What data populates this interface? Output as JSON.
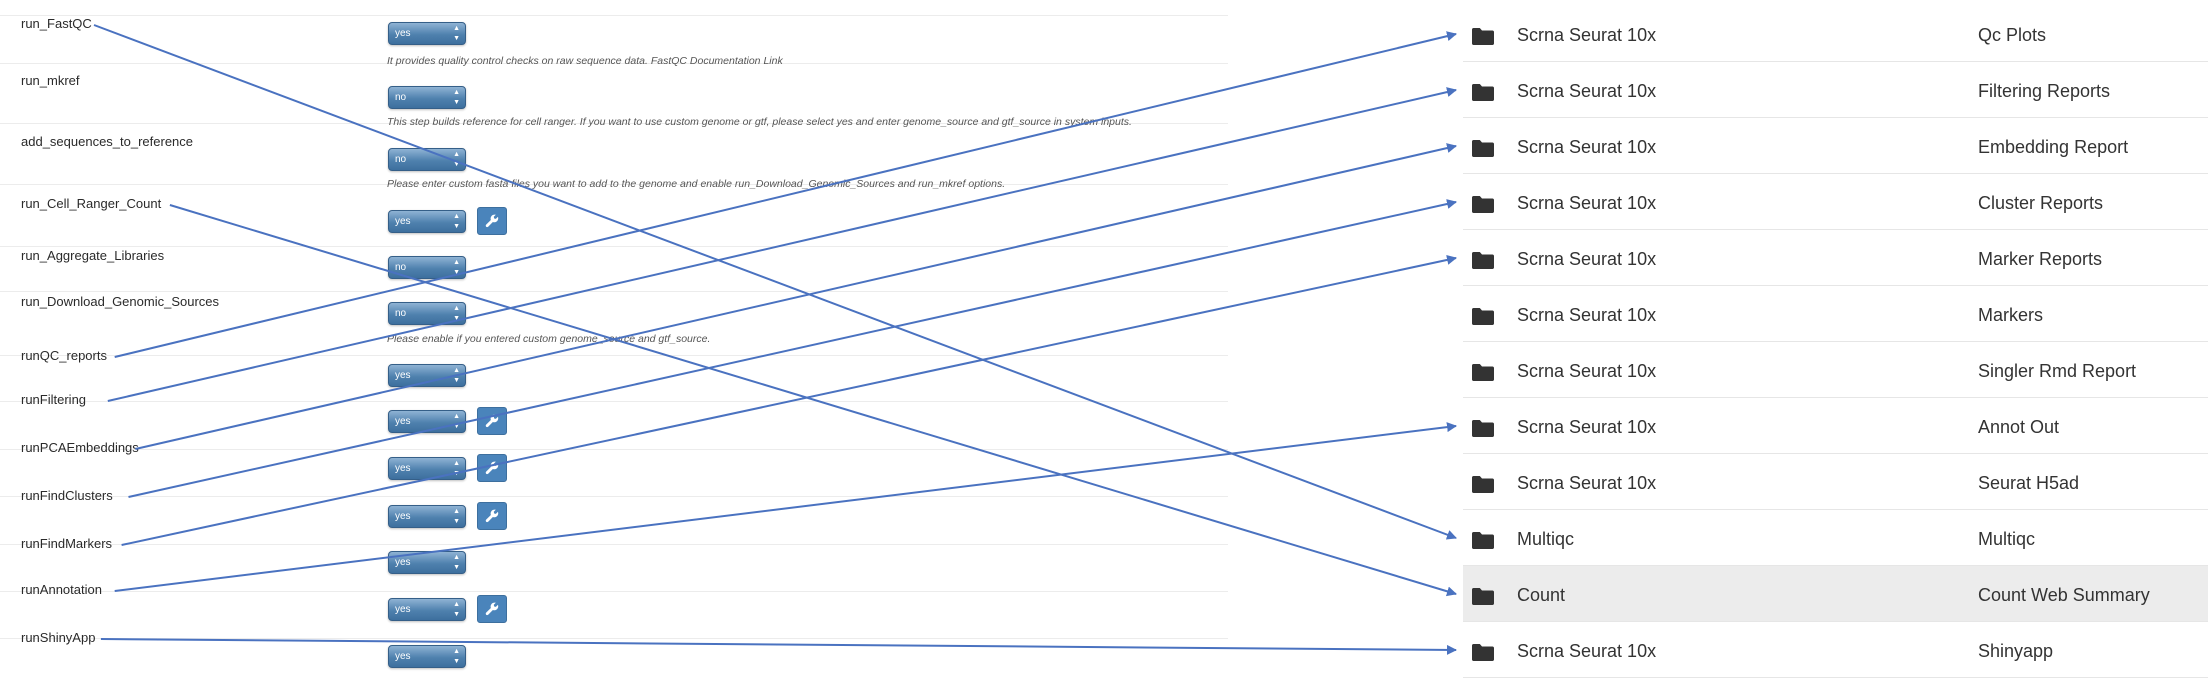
{
  "params": [
    {
      "name": "run_FastQC",
      "value": "yes",
      "help": "It provides quality control checks on raw sequence data. FastQC Documentation Link",
      "wrench": false
    },
    {
      "name": "run_mkref",
      "value": "no",
      "help": "This step builds reference for cell ranger. If you want to use custom genome or gtf, please select yes and enter genome_source and gtf_source in system inputs.",
      "wrench": false
    },
    {
      "name": "add_sequences_to_reference",
      "value": "no",
      "help": "Please enter custom fasta files you want to add to the genome and enable run_Download_Genomic_Sources and run_mkref options.",
      "wrench": false
    },
    {
      "name": "run_Cell_Ranger_Count",
      "value": "yes",
      "help": "",
      "wrench": true
    },
    {
      "name": "run_Aggregate_Libraries",
      "value": "no",
      "help": "",
      "wrench": false
    },
    {
      "name": "run_Download_Genomic_Sources",
      "value": "no",
      "help": "Please enable if you entered custom genome_source and gtf_source.",
      "wrench": false
    },
    {
      "name": "runQC_reports",
      "value": "yes",
      "help": "",
      "wrench": false
    },
    {
      "name": "runFiltering",
      "value": "yes",
      "help": "",
      "wrench": true
    },
    {
      "name": "runPCAEmbeddings",
      "value": "yes",
      "help": "",
      "wrench": true
    },
    {
      "name": "runFindClusters",
      "value": "yes",
      "help": "",
      "wrench": true
    },
    {
      "name": "runFindMarkers",
      "value": "yes",
      "help": "",
      "wrench": false
    },
    {
      "name": "runAnnotation",
      "value": "yes",
      "help": "",
      "wrench": true
    },
    {
      "name": "runShinyApp",
      "value": "yes",
      "help": "",
      "wrench": false
    }
  ],
  "folders": [
    {
      "name": "Scrna Seurat 10x",
      "desc": "Qc Plots",
      "highlighted": false
    },
    {
      "name": "Scrna Seurat 10x",
      "desc": "Filtering Reports",
      "highlighted": false
    },
    {
      "name": "Scrna Seurat 10x",
      "desc": "Embedding Report",
      "highlighted": false
    },
    {
      "name": "Scrna Seurat 10x",
      "desc": "Cluster Reports",
      "highlighted": false
    },
    {
      "name": "Scrna Seurat 10x",
      "desc": "Marker Reports",
      "highlighted": false
    },
    {
      "name": "Scrna Seurat 10x",
      "desc": "Markers",
      "highlighted": false
    },
    {
      "name": "Scrna Seurat 10x",
      "desc": "Singler Rmd Report",
      "highlighted": false
    },
    {
      "name": "Scrna Seurat 10x",
      "desc": "Annot Out",
      "highlighted": false
    },
    {
      "name": "Scrna Seurat 10x",
      "desc": "Seurat H5ad",
      "highlighted": false
    },
    {
      "name": "Multiqc",
      "desc": "Multiqc",
      "highlighted": false
    },
    {
      "name": "Count",
      "desc": "Count Web Summary",
      "highlighted": true
    },
    {
      "name": "Scrna Seurat 10x",
      "desc": "Shinyapp",
      "highlighted": false
    }
  ],
  "mappings": [
    {
      "from": "run_FastQC",
      "to": "Multiqc"
    },
    {
      "from": "run_Cell_Ranger_Count",
      "to": "Count Web Summary"
    },
    {
      "from": "runQC_reports",
      "to": "Qc Plots"
    },
    {
      "from": "runFiltering",
      "to": "Filtering Reports"
    },
    {
      "from": "runPCAEmbeddings",
      "to": "Embedding Report"
    },
    {
      "from": "runFindClusters",
      "to": "Cluster Reports"
    },
    {
      "from": "runFindMarkers",
      "to": "Marker Reports"
    },
    {
      "from": "runAnnotation",
      "to": "Annot Out"
    },
    {
      "from": "runShinyApp",
      "to": "Shinyapp"
    }
  ],
  "colors": {
    "arrow": "#4a72c0",
    "select": "#4f81ae",
    "highlight": "#ececec"
  },
  "icons": {
    "folder": "folder-icon",
    "wrench": "wrench-icon",
    "caret": "select-caret-icon"
  }
}
